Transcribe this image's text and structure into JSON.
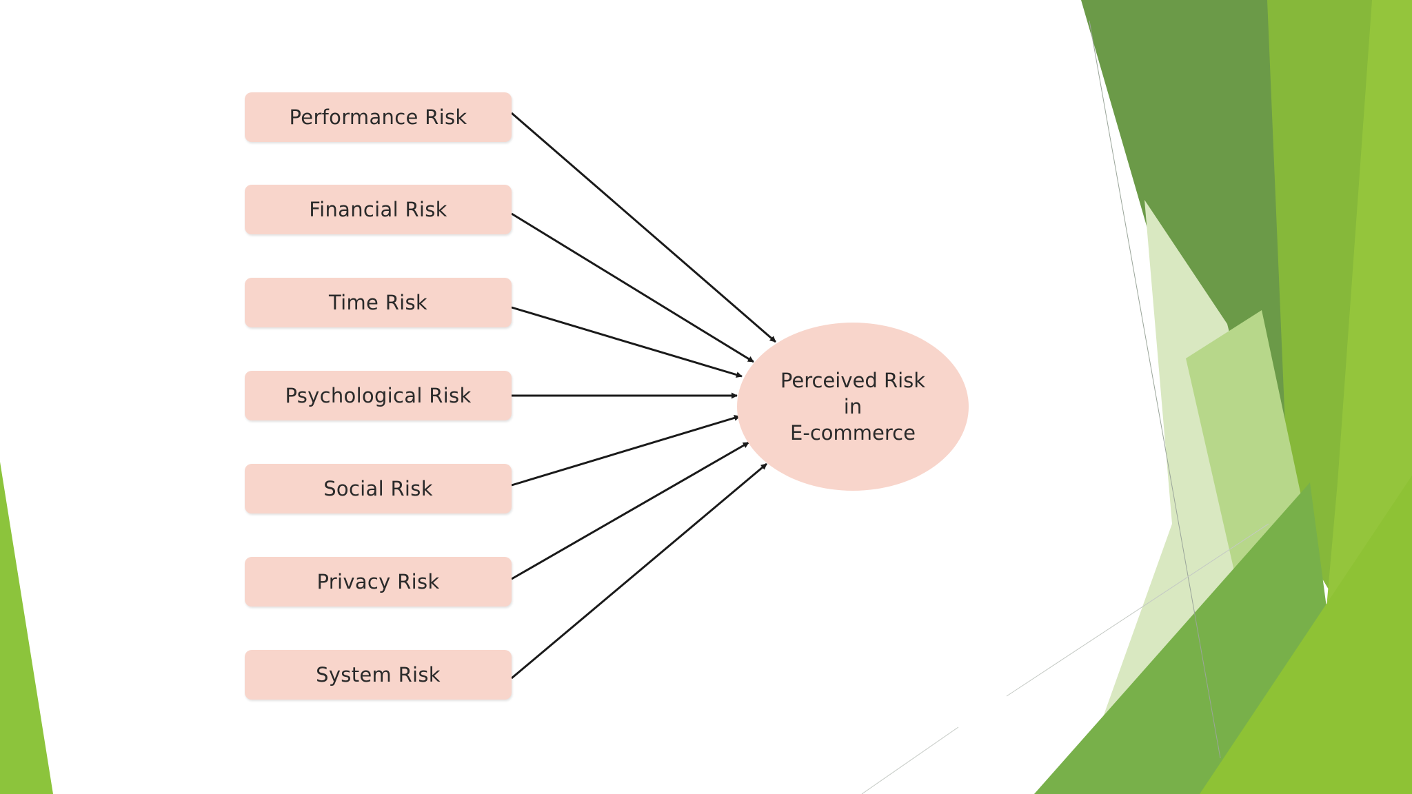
{
  "diagram": {
    "sources": [
      {
        "label": "Performance Risk"
      },
      {
        "label": "Financial Risk"
      },
      {
        "label": "Time Risk"
      },
      {
        "label": "Psychological Risk"
      },
      {
        "label": "Social Risk"
      },
      {
        "label": "Privacy Risk"
      },
      {
        "label": "System Risk"
      }
    ],
    "target": {
      "line1": "Perceived Risk",
      "line2": "in",
      "line3": "E-commerce"
    }
  },
  "colors": {
    "node_fill": "#f8d5cb",
    "arrow": "#1a1a1a",
    "accent_dark": "#6a9a45",
    "accent_light": "#8cc43c"
  }
}
